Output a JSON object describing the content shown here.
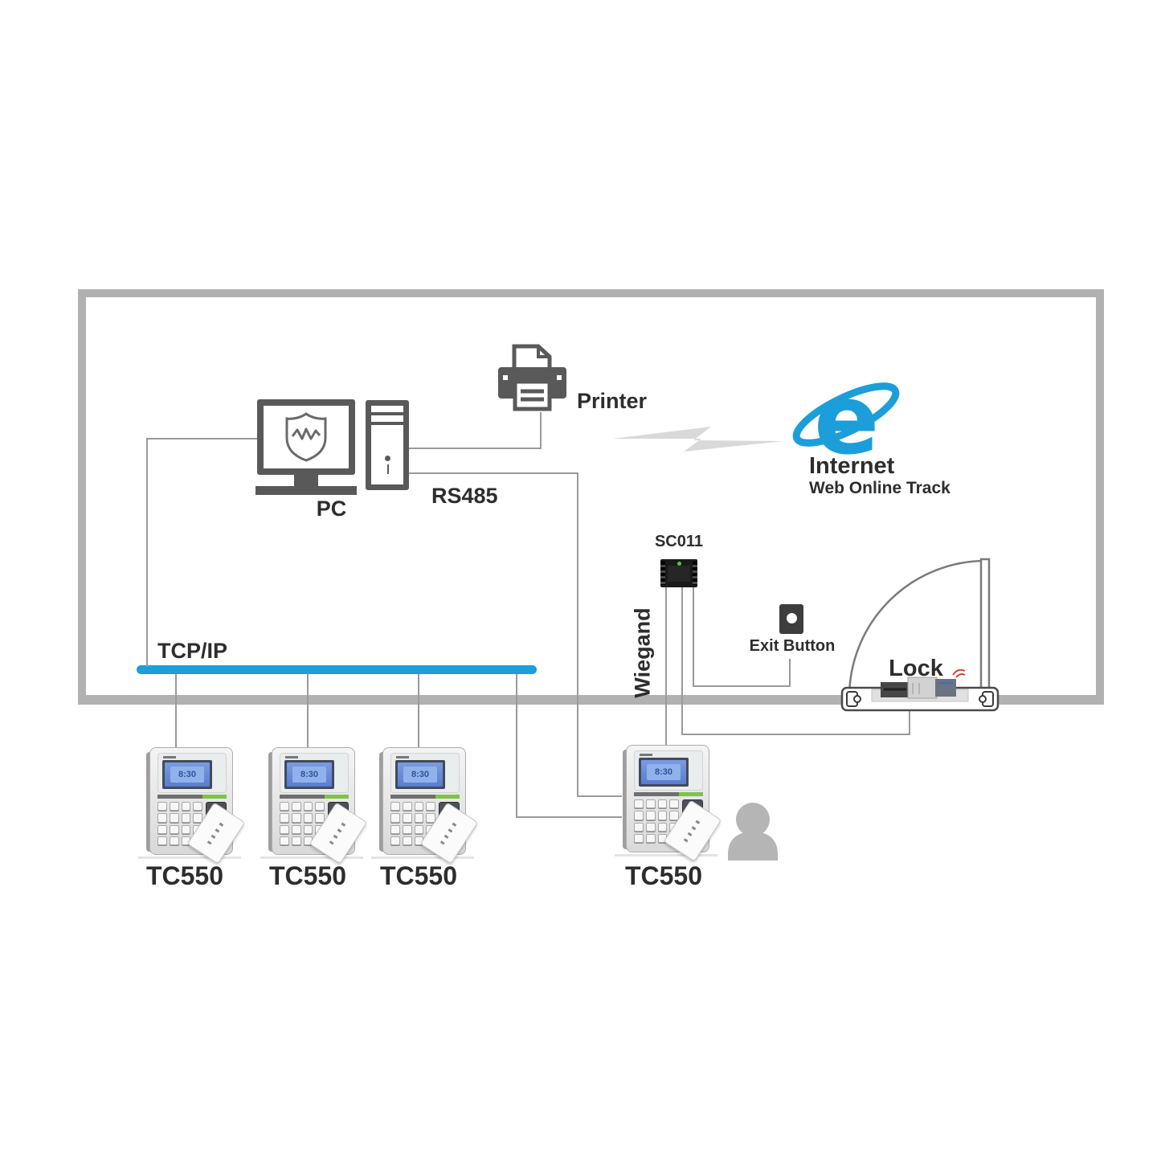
{
  "diagram": {
    "labels": {
      "pc": "PC",
      "rs485": "RS485",
      "printer": "Printer",
      "internet_title": "Internet",
      "internet_subtitle": "Web Online Track",
      "sc011": "SC011",
      "wiegand": "Wiegand",
      "exit_button": "Exit Button",
      "lock": "Lock",
      "tcpip": "TCP/IP"
    },
    "terminals": [
      {
        "label": "TC550"
      },
      {
        "label": "TC550"
      },
      {
        "label": "TC550"
      },
      {
        "label": "TC550"
      }
    ],
    "lcd_text": "8:30",
    "colors": {
      "accent_blue": "#1b9ed9",
      "wire_gray": "#9a9a9a",
      "border_gray": "#b1b1b1",
      "icon_gray": "#595959",
      "bolt_gray": "#d9d9d9",
      "person_gray": "#b5b5b5",
      "led_green": "#5ec24d"
    }
  }
}
